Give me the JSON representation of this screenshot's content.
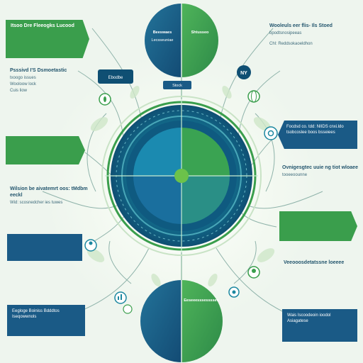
{
  "left": {
    "top_banner": {
      "title": "Itsoo Dre Fleeogks Lucood",
      "lines": [
        "",
        ""
      ]
    },
    "heading_text": {
      "title": "Psssivd I'S Dsmoetastic",
      "subtitle": "txoogo issues",
      "small": "Wooloow lock",
      "lines": [
        "Cuis liow",
        "",
        "",
        "",
        ""
      ]
    },
    "green_banner": {
      "lines": [
        "",
        "",
        ""
      ]
    },
    "mid_text": {
      "title": "Wilsion be aivatemrt oos: tMdbm eeckl",
      "lines": [
        "Wid: scosnedcher ies tuwes",
        ""
      ]
    },
    "navy_box": {
      "lines": [
        "",
        "",
        ""
      ]
    },
    "bottom_box": {
      "lines": [
        "",
        "Eegloge Boiniss Bdddtos Iseqowwnols"
      ]
    }
  },
  "right": {
    "top_text": {
      "title": "Wooleuls eer flis- Ils Stoed",
      "subtitle": "bpodtsnosipeeas",
      "lines": [
        "Chl: Reddsokaoeldhon",
        "",
        "",
        ""
      ]
    },
    "navy_tag": {
      "lines": [
        "",
        "Focdsd co. tdd: NIIDS cnxi.ldo",
        "tsobcoslee boos bsseiees"
      ]
    },
    "mid_text": {
      "title": "Ovnigesgtec uuie ng tiot wloaee",
      "subtitle": "tooeeoounne",
      "lines": [
        "",
        ""
      ]
    },
    "green_tag": {
      "lines": [
        "",
        "",
        ""
      ]
    },
    "lower_text": {
      "title": "Veeooosdetatssne loeeee",
      "lines": [
        "",
        ""
      ]
    },
    "bottom_box": {
      "lines": [
        "Wais Iscoodeoin ioodol Asiagatese",
        "",
        ""
      ]
    }
  },
  "top_circle": {
    "left_title": "Beeswaes",
    "right_title": "Shtusseo",
    "left_lines": [
      "Lecsseuniae",
      "",
      "",
      ""
    ],
    "right_lines": [
      "",
      "",
      "",
      ""
    ]
  },
  "bottom_circle": {
    "left_title": "",
    "right_title": "Eeseeesssessssee",
    "left_lines": [
      "",
      "",
      "",
      ""
    ],
    "right_lines": [
      "",
      "",
      "",
      ""
    ]
  },
  "badges": {
    "ny": "NY",
    "left_top": "Ebodbe",
    "left_small": "Stock"
  },
  "colors": {
    "green": "#3a9e4c",
    "navy": "#1a5a86",
    "teal": "#1b87a0",
    "light_green": "#8ccf86",
    "background": "#eef5ee"
  },
  "icons": [
    "gear-icon",
    "globe-icon",
    "person-icon",
    "lightbulb-icon",
    "chart-icon",
    "leaf-icon"
  ]
}
